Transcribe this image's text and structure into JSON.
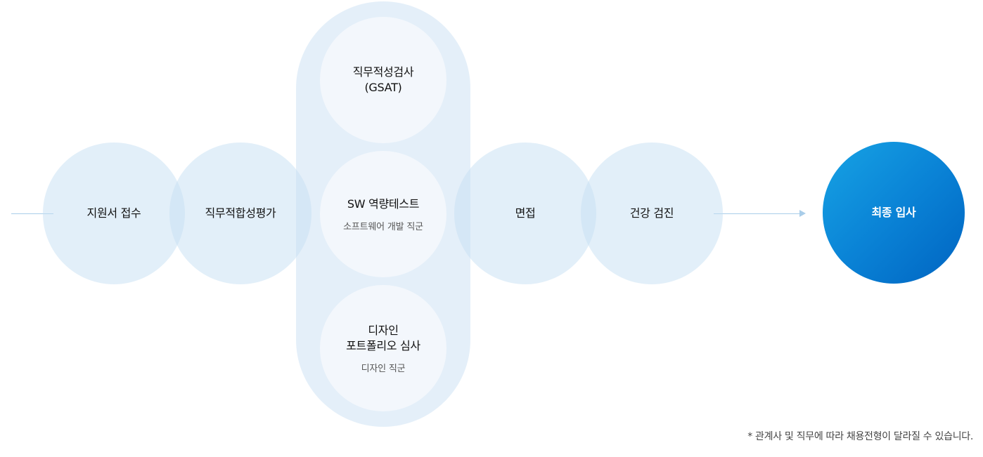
{
  "steps": {
    "application": "지원서 접수",
    "job_fit": "직무적합성평가",
    "gsat_line1": "직무적성검사",
    "gsat_line2": "(GSAT)",
    "sw_test": "SW 역량테스트",
    "sw_test_sub": "소프트웨어 개발 직군",
    "design_line1": "디자인",
    "design_line2": "포트폴리오 심사",
    "design_sub": "디자인 직군",
    "interview": "면접",
    "health_check": "건강 검진",
    "final": "최종 입사"
  },
  "footnote": "* 관계사 및 직무에 따라 채용전형이 달라질 수 있습니다.",
  "colors": {
    "line": "#a9cde9",
    "circle": "#dcebf8",
    "final_gradient_start": "#17a3e4",
    "final_gradient_end": "#0064c1"
  }
}
